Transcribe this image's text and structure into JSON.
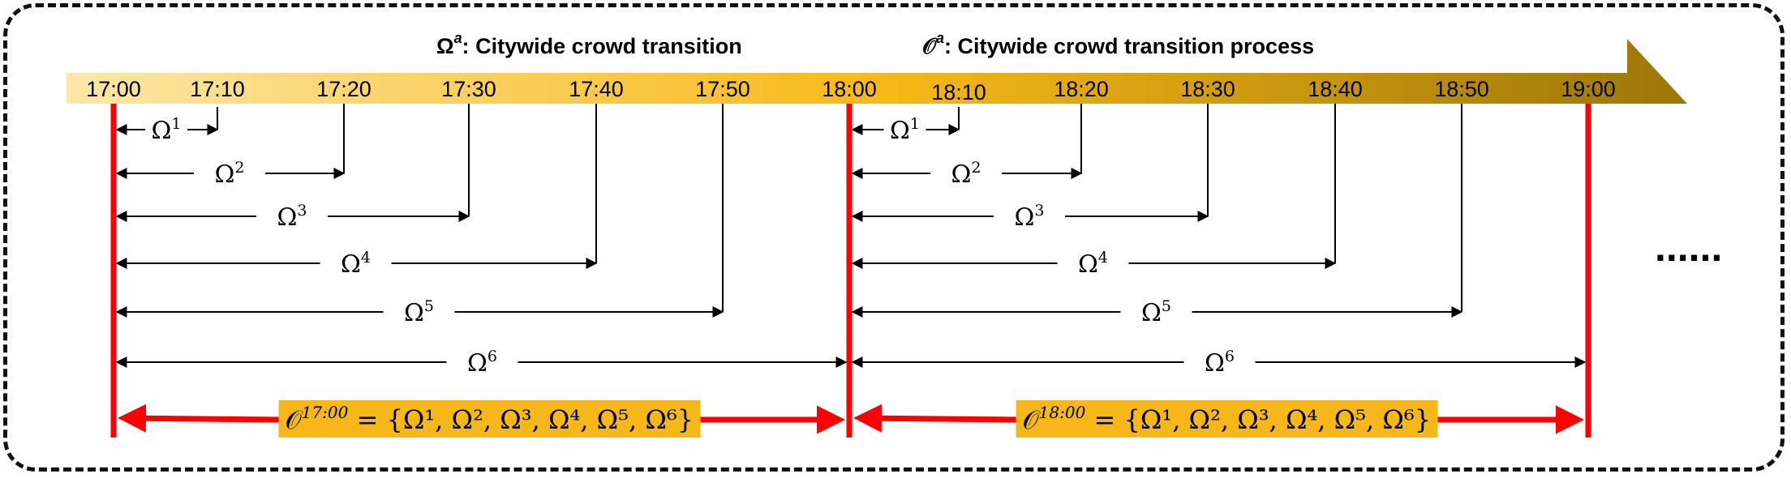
{
  "titles": [
    {
      "symbol": "Ω",
      "sup": "a",
      "text": ": Citywide crowd transition"
    },
    {
      "symbol": "𝒪",
      "sup": "a",
      "text": ": Citywide crowd transition process"
    }
  ],
  "timeline": {
    "ticks": [
      "17:00",
      "17:10",
      "17:20",
      "17:30",
      "17:40",
      "17:50",
      "18:00",
      "18:10",
      "18:20",
      "18:30",
      "18:40",
      "18:50",
      "19:00"
    ],
    "colors": {
      "start": "#fbe7a6",
      "mid": "#f8b918",
      "end": "#9c7607"
    }
  },
  "groups": [
    {
      "start_tick": 0,
      "intervals": [
        {
          "symbol": "Ω",
          "sup": "1",
          "end_tick": 1
        },
        {
          "symbol": "Ω",
          "sup": "2",
          "end_tick": 2
        },
        {
          "symbol": "Ω",
          "sup": "3",
          "end_tick": 3
        },
        {
          "symbol": "Ω",
          "sup": "4",
          "end_tick": 4
        },
        {
          "symbol": "Ω",
          "sup": "5",
          "end_tick": 5
        },
        {
          "symbol": "Ω",
          "sup": "6",
          "end_tick": 6
        }
      ],
      "summary": {
        "symbol": "𝒪",
        "sup": "17:00",
        "text": " = {Ω¹, Ω², Ω³, Ω⁴, Ω⁵, Ω⁶}"
      }
    },
    {
      "start_tick": 6,
      "intervals": [
        {
          "symbol": "Ω",
          "sup": "1",
          "end_tick": 7
        },
        {
          "symbol": "Ω",
          "sup": "2",
          "end_tick": 8
        },
        {
          "symbol": "Ω",
          "sup": "3",
          "end_tick": 9
        },
        {
          "symbol": "Ω",
          "sup": "4",
          "end_tick": 10
        },
        {
          "symbol": "Ω",
          "sup": "5",
          "end_tick": 11
        },
        {
          "symbol": "Ω",
          "sup": "6",
          "end_tick": 12
        }
      ],
      "summary": {
        "symbol": "𝒪",
        "sup": "18:00",
        "text": " = {Ω¹, Ω², Ω³, Ω⁴, Ω⁵, Ω⁶}"
      }
    }
  ],
  "ellipsis": "......",
  "colors": {
    "red": "#ff0000",
    "summary_box": "#f5b71a",
    "ink": "#000000"
  }
}
